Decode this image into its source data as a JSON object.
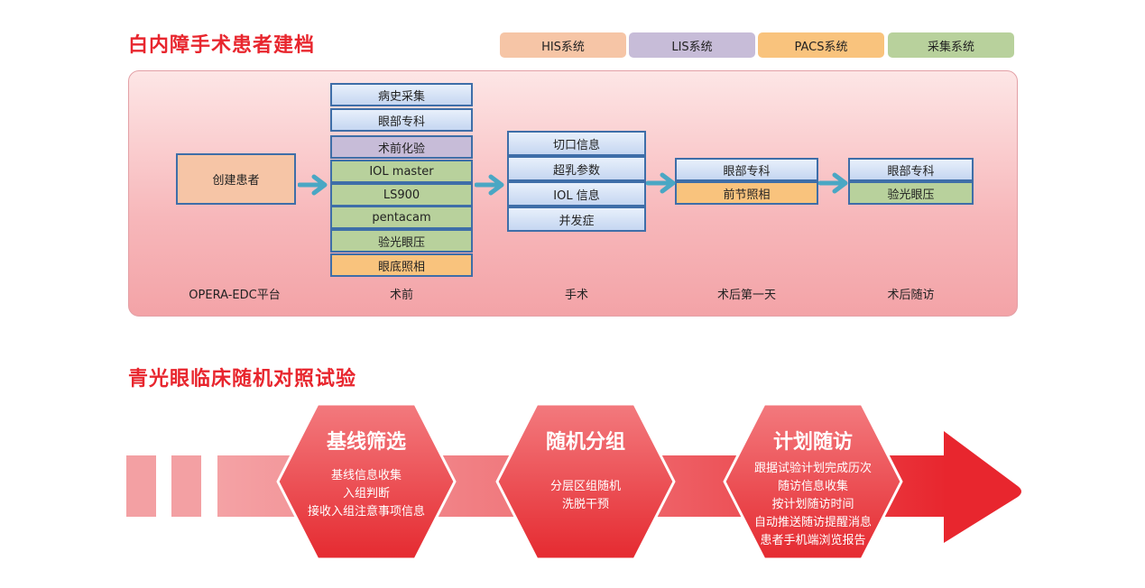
{
  "section1": {
    "title": "白内障手术患者建档",
    "legend": [
      {
        "label": "HIS系统",
        "color": "#f6c5a6"
      },
      {
        "label": "LIS系统",
        "color": "#c7bcd8"
      },
      {
        "label": "PACS系统",
        "color": "#f9c37d"
      },
      {
        "label": "采集系统",
        "color": "#b8d19c"
      }
    ],
    "create_patient": "创建患者",
    "preop": [
      "病史采集",
      "眼部专科",
      "术前化验",
      "IOL master",
      "LS900",
      "pentacam",
      "验光眼压",
      "眼底照相"
    ],
    "surgery": [
      "切口信息",
      "超乳参数",
      "IOL 信息",
      "并发症"
    ],
    "postop_day1": [
      "眼部专科",
      "前节照相"
    ],
    "followup": [
      "眼部专科",
      "验光眼压"
    ],
    "stage_labels": [
      "OPERA-EDC平台",
      "术前",
      "手术",
      "术后第一天",
      "术后随访"
    ]
  },
  "section2": {
    "title": "青光眼临床随机对照试验",
    "steps": [
      {
        "title": "基线筛选",
        "lines": [
          "基线信息收集",
          "入组判断",
          "接收入组注意事项信息"
        ]
      },
      {
        "title": "随机分组",
        "lines": [
          "分层区组随机",
          "洗脱干预"
        ]
      },
      {
        "title": "计划随访",
        "lines": [
          "跟据试验计划完成历次",
          "随访信息收集",
          "按计划随访时间",
          "自动推送随访提醒消息",
          "患者手机端浏览报告"
        ]
      }
    ]
  },
  "colors": {
    "accent": "#e8262e",
    "arrow": "#4aa7c4",
    "box_border": "#3e6ea8"
  }
}
